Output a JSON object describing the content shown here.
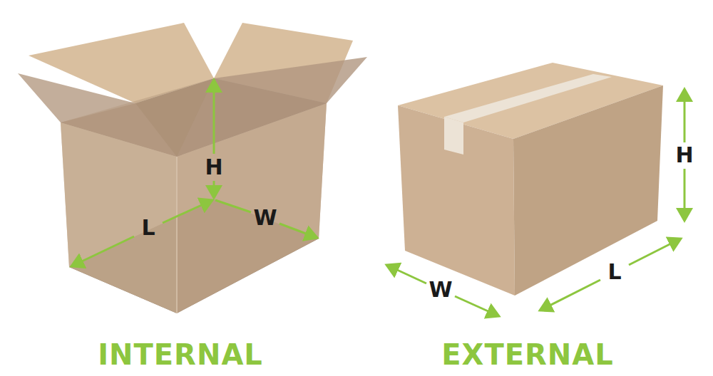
{
  "diagram": {
    "labels": [
      "H",
      "L",
      "W",
      "INTERNAL",
      "H",
      "W",
      "L",
      "EXTERNAL"
    ]
  }
}
